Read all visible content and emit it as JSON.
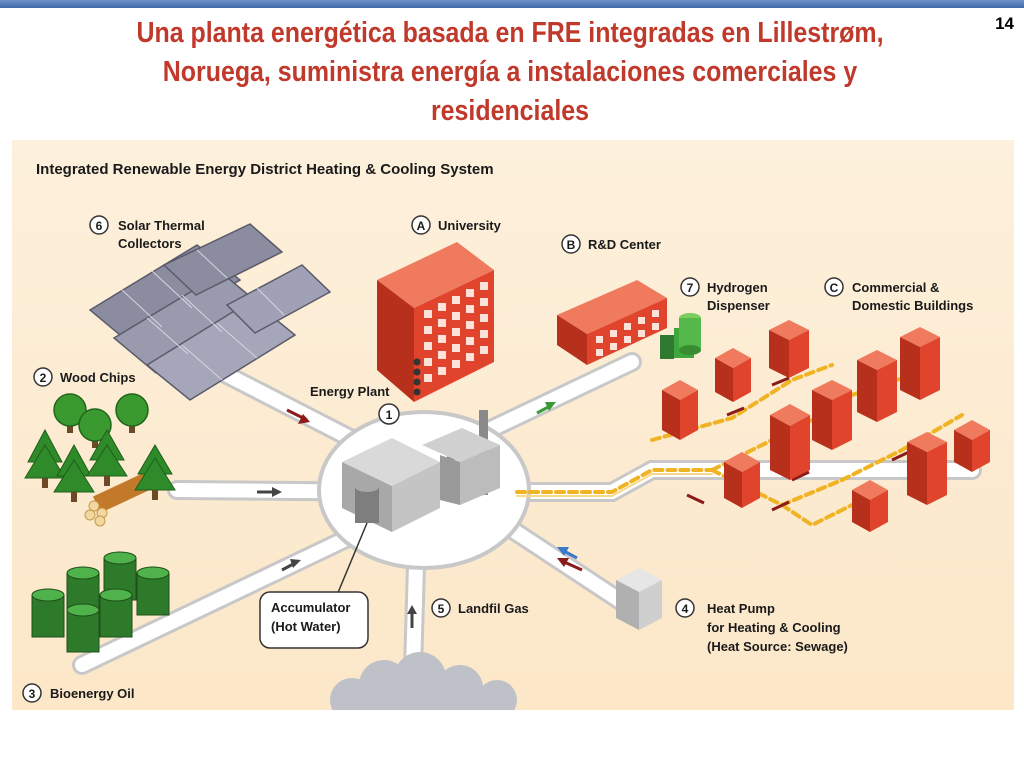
{
  "slide": {
    "title": "Una planta energética basada en FRE integradas en Lillestrøm, Noruega, suministra energía a instalaciones comerciales y residenciales",
    "page_number": "14"
  },
  "diagram": {
    "title": "Integrated Renewable Energy District Heating & Cooling System",
    "nodes": [
      {
        "badge": "6",
        "lines": [
          "Solar Thermal",
          "Collectors"
        ]
      },
      {
        "badge": "A",
        "lines": [
          "University"
        ]
      },
      {
        "badge": "B",
        "lines": [
          "R&D Center"
        ]
      },
      {
        "badge": "7",
        "lines": [
          "Hydrogen",
          "Dispenser"
        ]
      },
      {
        "badge": "C",
        "lines": [
          "Commercial &",
          "Domestic Buildings"
        ]
      },
      {
        "badge": "2",
        "lines": [
          "Wood Chips"
        ]
      },
      {
        "badge": "1",
        "lines": [
          "Energy Plant"
        ]
      },
      {
        "badge": "5",
        "lines": [
          "Landfil Gas"
        ]
      },
      {
        "badge": "4",
        "lines": [
          "Heat Pump",
          "for Heating & Cooling",
          "(Heat Source: Sewage)"
        ]
      },
      {
        "badge": "3",
        "lines": [
          "Bioenergy Oil"
        ]
      }
    ],
    "accumulator": {
      "lines": [
        "Accumulator",
        "(Hot Water)"
      ]
    },
    "colors": {
      "building": "#e0442c",
      "pipe_hot": "#f0b323",
      "arrow_supply": "#8b1a1a",
      "arrow_outbound": "#3a9a3a",
      "arrow_cooling": "#3a7ac8",
      "arrow_gas": "#444444"
    }
  }
}
